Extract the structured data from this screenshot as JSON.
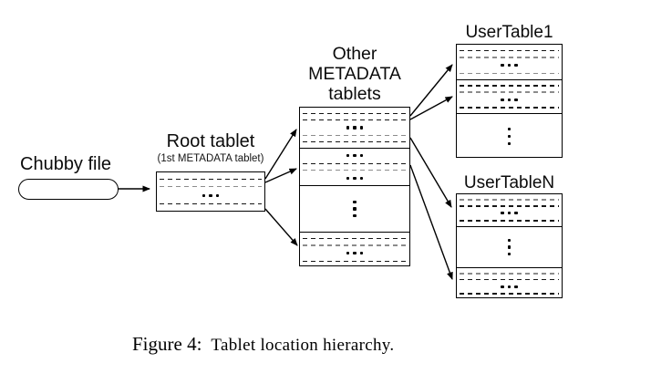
{
  "colors": {
    "line": "#000000",
    "background": "#ffffff",
    "dash_dark": "#161616",
    "dash_gray": "#8c8c8c"
  },
  "glyphs": {
    "ellipsis": "...",
    "vertical_ellipsis": "⋮"
  },
  "diagram": {
    "chubby": {
      "label": "Chubby file"
    },
    "root": {
      "label": "Root tablet",
      "sublabel": "(1st METADATA tablet)",
      "sections": [
        {
          "rows": [
            "dash",
            "dashg",
            "dots",
            "dash"
          ]
        }
      ]
    },
    "meta": {
      "label_lines": [
        "Other",
        "METADATA",
        "tablets"
      ],
      "sections": [
        {
          "rows": [
            "dash",
            "dash",
            "dots",
            "dashg",
            "dash"
          ]
        },
        {
          "rows": [
            "dots",
            "dash",
            "dashg",
            "dots"
          ]
        },
        {
          "rows": [
            "vdots"
          ]
        },
        {
          "rows": [
            "dash",
            "dashg",
            "dots",
            "dash"
          ]
        }
      ]
    },
    "usertable1": {
      "label": "UserTable1",
      "sections": [
        {
          "rows": [
            "dash",
            "dashg",
            "dots",
            "dashg"
          ]
        },
        {
          "rows": [
            "dash",
            "dashg",
            "dots",
            "dash"
          ]
        },
        {
          "rows": [
            "vdots"
          ]
        }
      ]
    },
    "usertableN": {
      "label": "UserTableN",
      "sections": [
        {
          "rows": [
            "dashg",
            "dash",
            "dots",
            "dash"
          ]
        },
        {
          "rows": [
            "vdots"
          ]
        },
        {
          "rows": [
            "dashg",
            "dash",
            "dots",
            "dash"
          ]
        }
      ]
    },
    "connections": [
      {
        "from": "chubby-file",
        "to": "root-tablet"
      },
      {
        "from": "root-tablet",
        "to": "metadata-tablets-section-1"
      },
      {
        "from": "root-tablet",
        "to": "metadata-tablets-section-2"
      },
      {
        "from": "root-tablet",
        "to": "metadata-tablets-section-4"
      },
      {
        "from": "metadata-tablets",
        "to": "usertable1-section-1"
      },
      {
        "from": "metadata-tablets",
        "to": "usertable1-section-2"
      },
      {
        "from": "metadata-tablets",
        "to": "usertableN-section-1"
      },
      {
        "from": "metadata-tablets",
        "to": "usertableN-section-3"
      }
    ]
  },
  "caption": {
    "prefix": "Figure 4:",
    "text": "Tablet location hierarchy."
  }
}
